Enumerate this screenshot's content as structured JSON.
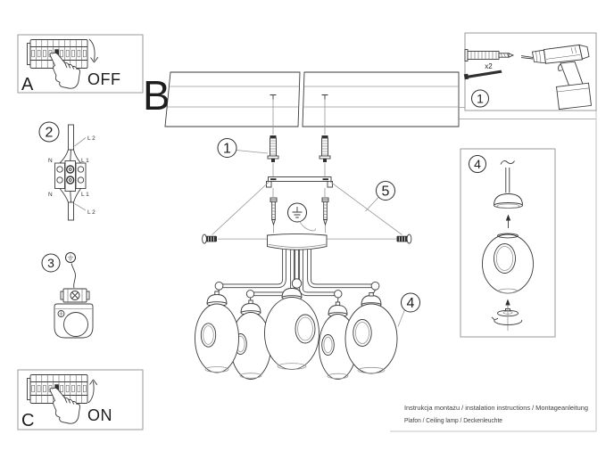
{
  "colors": {
    "ink": "#2f2f2f",
    "light_line": "#979797",
    "panel_border": "#9a9a9a",
    "sheet_line": "#c6c6c6",
    "footer_text": "#3c3c3c"
  },
  "panel_a": {
    "letter": "A",
    "switch_state": "OFF"
  },
  "panel_c": {
    "letter": "C",
    "switch_state": "ON"
  },
  "main": {
    "section_letter": "B",
    "callout_screws": "1",
    "callout_bracket": "5",
    "callout_shade": "4"
  },
  "panel_tools": {
    "step": "1",
    "anchor_qty": "x2"
  },
  "panel_wiring": {
    "step": "2",
    "labels": {
      "l2_top": "L 2",
      "n_top": "N",
      "l1_top": "L 1",
      "n_bottom": "N",
      "l1_bottom": "L 1",
      "l2_bottom": "L 2"
    }
  },
  "panel_ground": {
    "step": "3"
  },
  "panel_shade": {
    "step": "4"
  },
  "footer": {
    "line1": "Instrukcja montażu / instalation instructions / Montageanleitung",
    "line2": "Plafon / Ceiling lamp / Deckenleuchte"
  }
}
